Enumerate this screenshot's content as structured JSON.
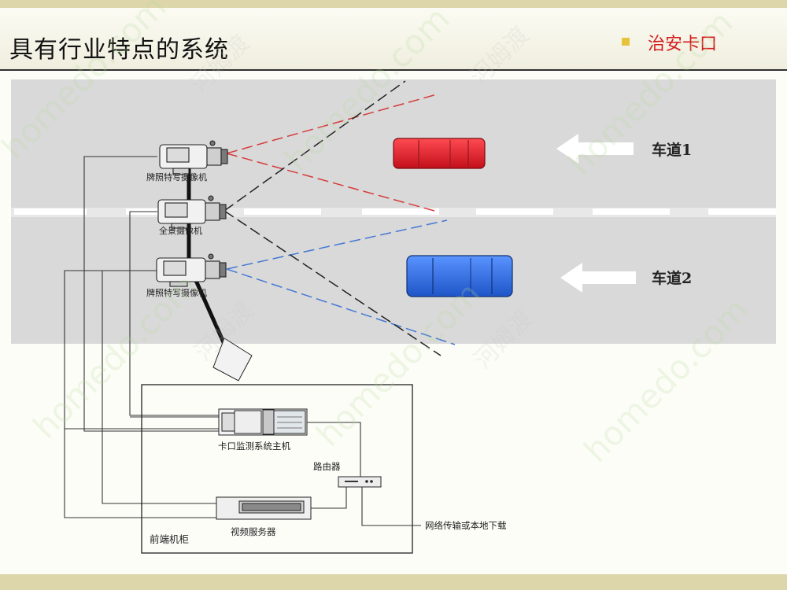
{
  "header": {
    "title": "具有行业特点的系统",
    "subtitle": "治安卡口"
  },
  "lanes": [
    {
      "label": "车道1",
      "car_color": "#e8232e"
    },
    {
      "label": "车道2",
      "car_color": "#2f6fe6"
    }
  ],
  "cameras": [
    {
      "label": "牌照特写摄像机"
    },
    {
      "label": "全景摄像机"
    },
    {
      "label": "牌照特写摄像机"
    }
  ],
  "cabinet": {
    "label": "前端机柜",
    "host_label": "卡口监测系统主机",
    "router_label": "路由器",
    "video_server_label": "视频服务器",
    "network_label": "网络传输或本地下载"
  },
  "watermark": {
    "text": "homedo.com",
    "brand": "河姆渡"
  },
  "colors": {
    "title_accent": "#d41c1c",
    "bullet": "#e7c23b",
    "road": "#d9d9d9"
  }
}
